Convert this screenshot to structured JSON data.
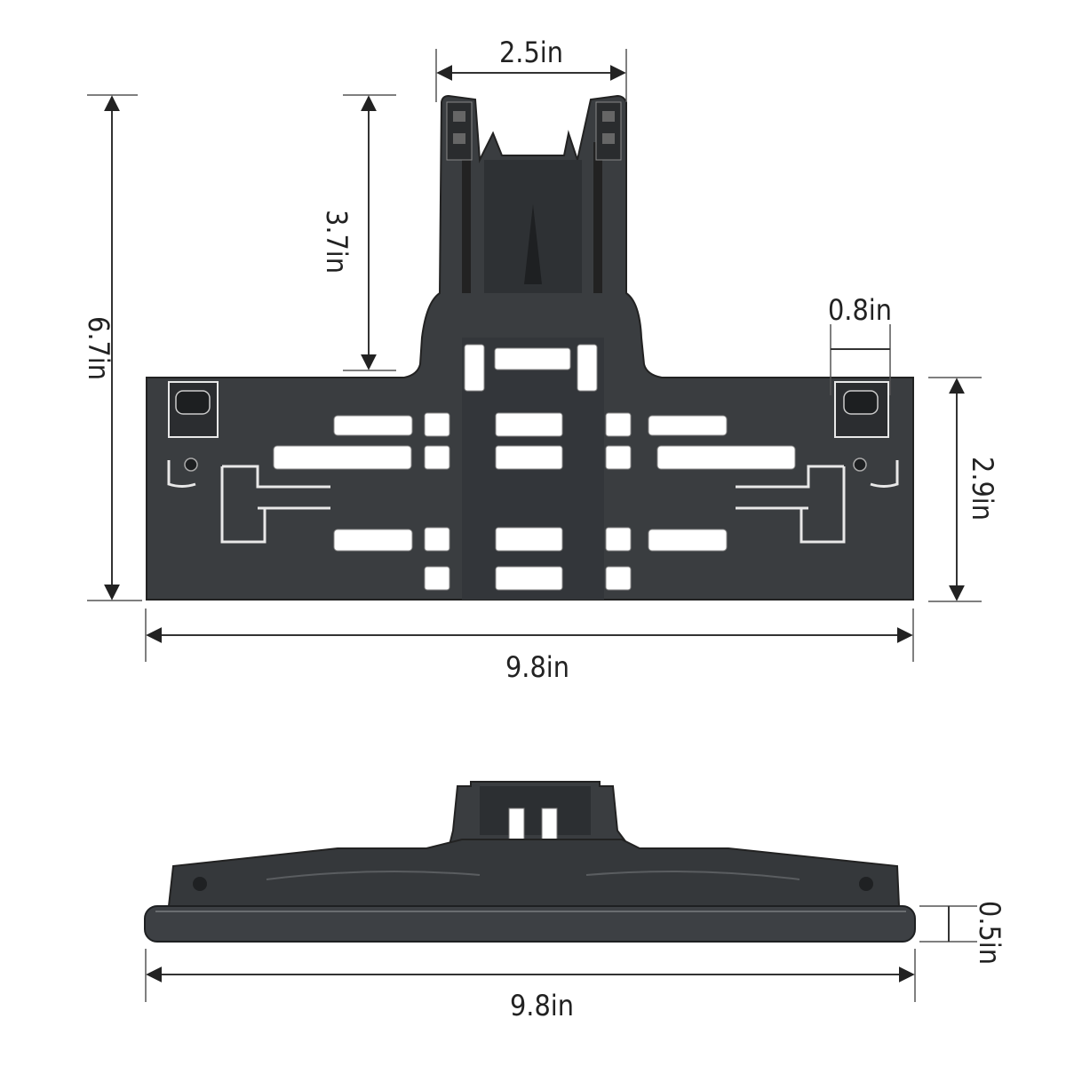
{
  "top_view": {
    "dimensions": {
      "top_width": "2.5in",
      "stem_height": "3.7in",
      "total_height": "6.7in",
      "clip_width": "0.8in",
      "base_height": "2.9in",
      "total_width": "9.8in"
    }
  },
  "side_view": {
    "dimensions": {
      "total_width": "9.8in",
      "thickness": "0.5in"
    }
  },
  "colors": {
    "part": "#3a3d40",
    "part_dark": "#26292b",
    "background": "#ffffff",
    "dimension_line": "#333333"
  }
}
